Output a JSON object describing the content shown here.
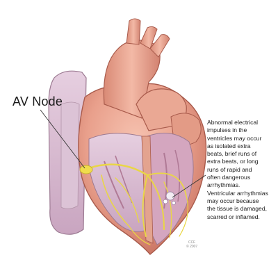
{
  "labels": {
    "av_node": "AV Node"
  },
  "description": {
    "lines": [
      "Abnormal electrical",
      "impulses in the",
      "ventricles may occur",
      "as isolated extra",
      "beats, brief runs of",
      "extra beats, or long",
      "runs of rapid and",
      "often dangerous",
      "arrhythmias.",
      "Ventricular arrhythmias",
      "may occur because",
      "the tissue is damaged,",
      "scarred or inflamed."
    ]
  },
  "copyright": {
    "mark": "CCF",
    "year": "© 2007"
  },
  "colors": {
    "background": "#ffffff",
    "heart_muscle": "#e9a08c",
    "heart_shadow": "#c66f5e",
    "chamber_interior": "#d9b9cf",
    "conduction_fibers": "#f2e25a",
    "leader_line": "#333333"
  }
}
